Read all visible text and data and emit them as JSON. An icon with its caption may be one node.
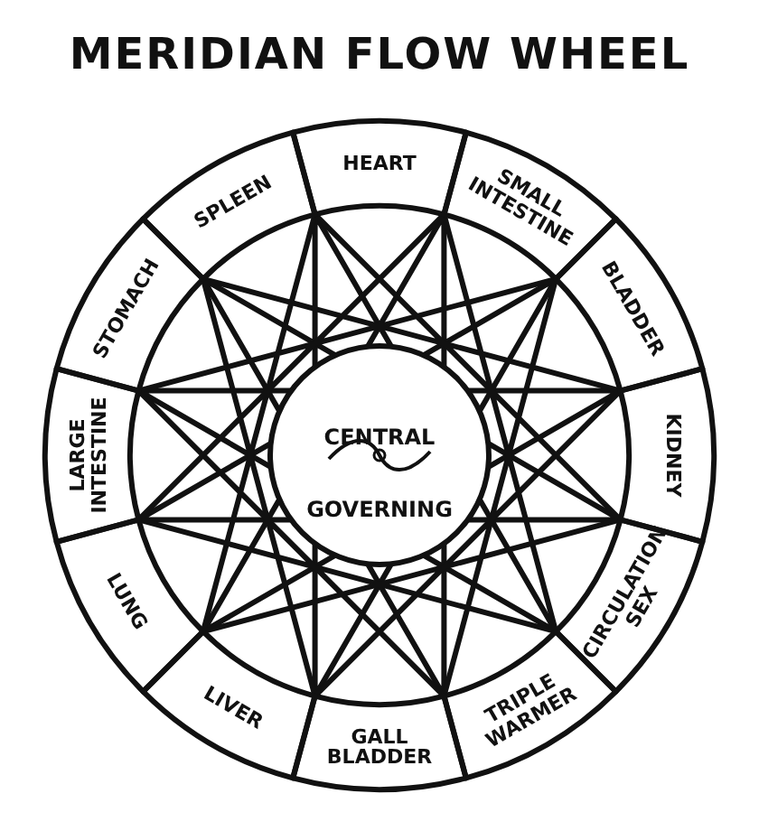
{
  "diagram": {
    "title": "MERIDIAN FLOW WHEEL",
    "nodes": [
      {
        "text": [
          "HEART"
        ]
      },
      {
        "text": [
          "SMALL INTESTINE"
        ]
      },
      {
        "text": [
          "BLADDER"
        ]
      },
      {
        "text": [
          "KIDNEY"
        ]
      },
      {
        "text": [
          "CIRCULATION SEX"
        ]
      },
      {
        "text": [
          "TRIPLE WARMER"
        ]
      },
      {
        "text": [
          "GALL BLADDER"
        ]
      },
      {
        "text": [
          "LIVER"
        ]
      },
      {
        "text": [
          "LUNG"
        ]
      },
      {
        "text": [
          "LARGE INTESTINE"
        ]
      },
      {
        "text": [
          "STOMACH"
        ]
      },
      {
        "text": [
          "SPLEEN"
        ]
      },
      {
        "text": [
          "CENTRAL GOVERNING"
        ]
      }
    ]
  }
}
